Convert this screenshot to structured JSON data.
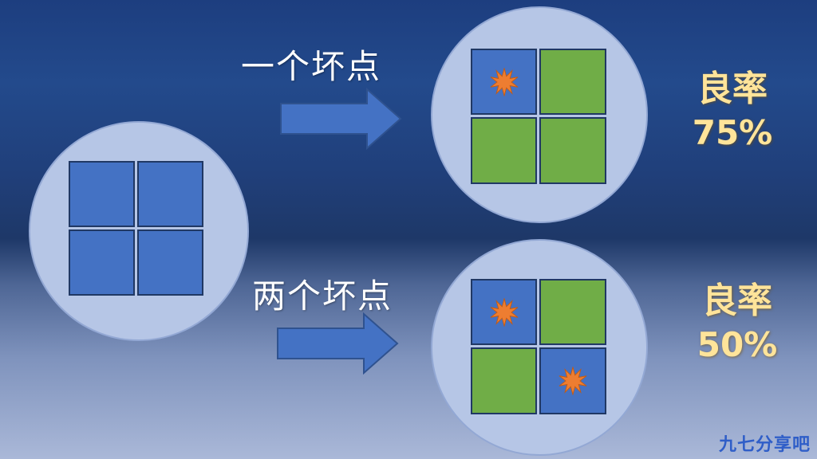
{
  "colors": {
    "wafer": "#b6c6e6",
    "good_die": "#4472c4",
    "yield_die": "#70ad47",
    "defect": "#ed7d31",
    "yield_text": "#ffe49a",
    "watermark": "#2f5ec8"
  },
  "source_wafer": {
    "dies": [
      "blue",
      "blue",
      "blue",
      "blue"
    ]
  },
  "scenarios": [
    {
      "label": "一个坏点",
      "dies": [
        {
          "color": "blue",
          "defect": true
        },
        {
          "color": "green",
          "defect": false
        },
        {
          "color": "green",
          "defect": false
        },
        {
          "color": "green",
          "defect": false
        }
      ],
      "yield_label": "良率",
      "yield_value": "75%"
    },
    {
      "label": "两个坏点",
      "dies": [
        {
          "color": "blue",
          "defect": true
        },
        {
          "color": "green",
          "defect": false
        },
        {
          "color": "green",
          "defect": false
        },
        {
          "color": "blue",
          "defect": true
        }
      ],
      "yield_label": "良率",
      "yield_value": "50%"
    }
  ],
  "watermark": "九七分享吧"
}
